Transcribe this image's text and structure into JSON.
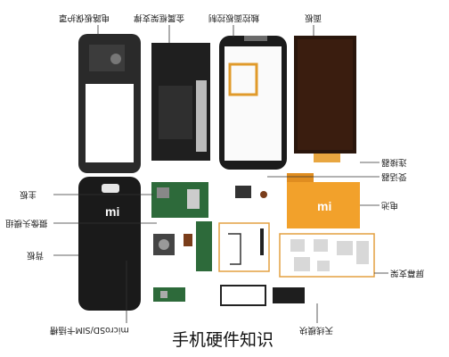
{
  "labels": {
    "top_1": "电路板保护罩",
    "top_2": "金属框架支撑",
    "top_3": "触控面板控制",
    "top_4": "面板",
    "right_1": "连接器",
    "right_2": "受话器",
    "right_3": "电池",
    "right_4": "屏幕支架",
    "left_1": "主板",
    "left_2": "摄像头模组",
    "left_3": "背板",
    "bottom_1": "microSD/SIM卡插槽",
    "bottom_2": "天线模块"
  },
  "phone_logo": "mi",
  "battery_logo": "mi",
  "caption": "手机硬件知识"
}
